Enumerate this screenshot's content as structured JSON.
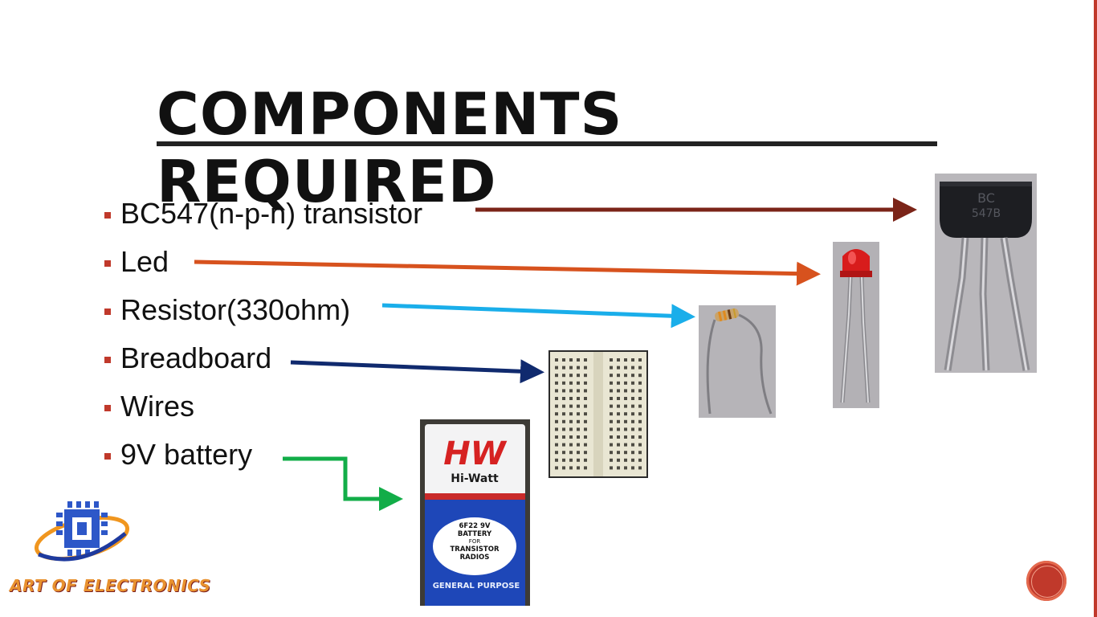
{
  "slide": {
    "title": "COMPONENTS REQUIRED",
    "bullets": [
      "BC547(n-p-n) transistor",
      "Led",
      "Resistor(330ohm)",
      "Breadboard",
      "Wires",
      "9V battery"
    ],
    "arrow_colors": {
      "transistor": "#7b2418",
      "led": "#d7521e",
      "resistor": "#1aaeea",
      "breadboard": "#102a6e",
      "battery": "#12ad48"
    },
    "accent_color": "#c0392b"
  },
  "images": {
    "transistor": {
      "marking_1": "BC",
      "marking_2": "547B"
    },
    "battery": {
      "brand_logo": "HW",
      "brand_name": "Hi-Watt",
      "label_line_1": "6F22 9V",
      "label_line_2": "BATTERY",
      "label_line_3": "FOR",
      "label_line_4": "TRANSISTOR",
      "label_line_5": "RADIOS",
      "footer": "GENERAL PURPOSE"
    }
  },
  "logo": {
    "text": "ART OF ELECTRONICS",
    "icon": "chip-icon"
  },
  "page_badge": {
    "icon": "slide-number-badge"
  }
}
